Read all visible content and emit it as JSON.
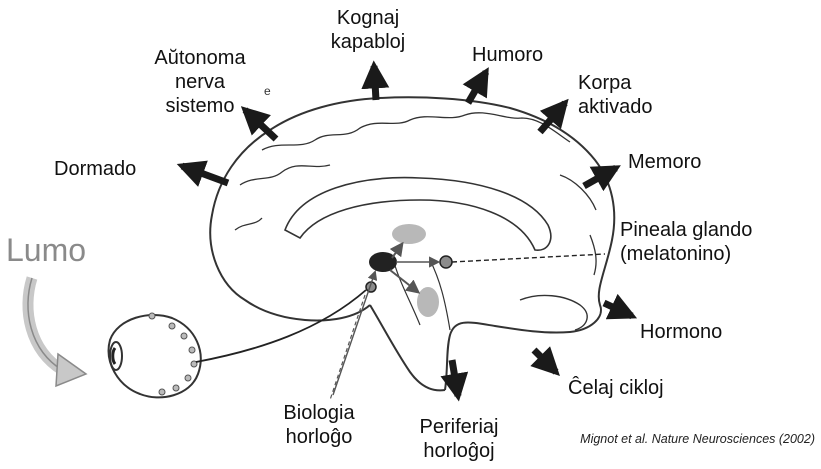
{
  "labels": {
    "autonomic": "Aŭtonoma\nnerva\nsistemo",
    "cognitive": "Kognaj\nkapabloj",
    "mood": "Humoro",
    "arousal": "Korpa\naktivado",
    "sleep": "Dormado",
    "memory": "Memoro",
    "pineal": "Pineala glando\n(melatonino)",
    "hormones": "Hormono",
    "cell_cycle": "Ĉelaj cikloj",
    "bio_clock": "Biologia\nhorloĝo",
    "peripheral": "Periferiaj\nhorloĝoj",
    "light": "Lumo"
  },
  "stray_mark": "e",
  "citation": "Mignot et al. Nature Neurosciences (2002)",
  "colors": {
    "arrow": "#1a1a1a",
    "light_arrow": "#c8c8c8",
    "outline": "#333333",
    "scn": "#222222",
    "pale_nucleus": "#b8b8b8",
    "pineal": "#8c8c8c"
  }
}
